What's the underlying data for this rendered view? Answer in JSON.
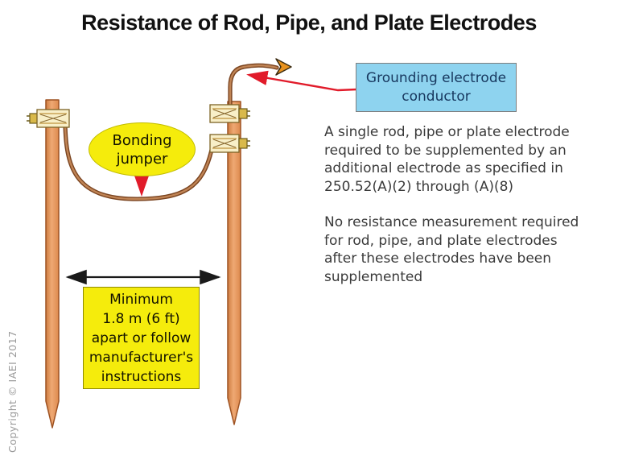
{
  "title": "Resistance of Rod, Pipe, and Plate Electrodes",
  "callouts": {
    "grounding_conductor": "Grounding electrode\nconductor",
    "bonding_jumper": "Bonding\njumper",
    "min_distance": "Minimum\n1.8 m (6 ft)\napart or follow\nmanufacturer's\ninstructions"
  },
  "paragraphs": {
    "supplemental_rule": "A single rod, pipe or plate electrode\nrequired to be supplemented by an\nadditional electrode as specified in\n250.52(A)(2) through (A)(8)",
    "no_measurement_rule": "No resistance measurement required\nfor rod, pipe, and plate electrodes\nafter these electrodes have been\nsupplemented"
  },
  "copyright": "Copyright © IAEI 2017",
  "colors": {
    "highlight_yellow": "#f5ec0c",
    "callout_blue": "#8ed3ef",
    "callout_text_navy": "#17375e",
    "rod_copper": "#e89a62",
    "wire_brown": "#9c5a33",
    "arrow_red": "#e11b2a",
    "arrow_black": "#1a1a1a"
  }
}
